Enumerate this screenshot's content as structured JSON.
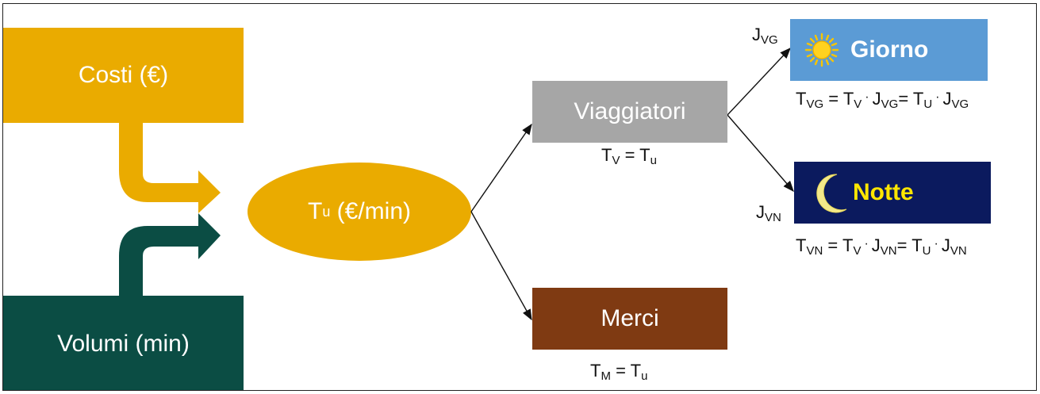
{
  "nodes": {
    "costi": "Costi (€)",
    "volumi": "Volumi (min)",
    "tu_main": "T",
    "tu_sub": "u",
    "tu_rest": " (€/min)",
    "viaggiatori": "Viaggiatori",
    "merci": "Merci",
    "giorno": "Giorno",
    "notte": "Notte"
  },
  "formulas": {
    "tv": {
      "a": "T",
      "a_sub": "V",
      "eq": " = ",
      "b": "T",
      "b_sub": "u"
    },
    "tm": {
      "a": "T",
      "a_sub": "M",
      "eq": " = ",
      "b": "T",
      "b_sub": "u"
    },
    "tvg": {
      "t1": "T",
      "s1": "VG",
      "e1": " = ",
      "t2": "T",
      "s2": "V",
      "t3": "J",
      "s3": "VG",
      "e2": "= ",
      "t4": "T",
      "s4": "U",
      "t5": "J",
      "s5": "VG"
    },
    "tvn": {
      "t1": "T",
      "s1": "VN",
      "e1": " = ",
      "t2": "T",
      "s2": "V",
      "t3": "J",
      "s3": "VN",
      "e2": "= ",
      "t4": "T",
      "s4": "U",
      "t5": "J",
      "s5": "VN"
    },
    "jvg": {
      "t": "J",
      "s": "VG"
    },
    "jvn": {
      "t": "J",
      "s": "VN"
    },
    "dot": "·"
  },
  "colors": {
    "gold": "#EAAB00",
    "teal": "#0B4D44",
    "grey": "#A6A6A6",
    "brown": "#7F3A12",
    "sky": "#5B9BD5",
    "navy": "#0B1A5E",
    "giorno_text": "#ffffff",
    "notte_text": "#FFE600"
  },
  "icons": [
    "sun-icon",
    "moon-icon"
  ]
}
